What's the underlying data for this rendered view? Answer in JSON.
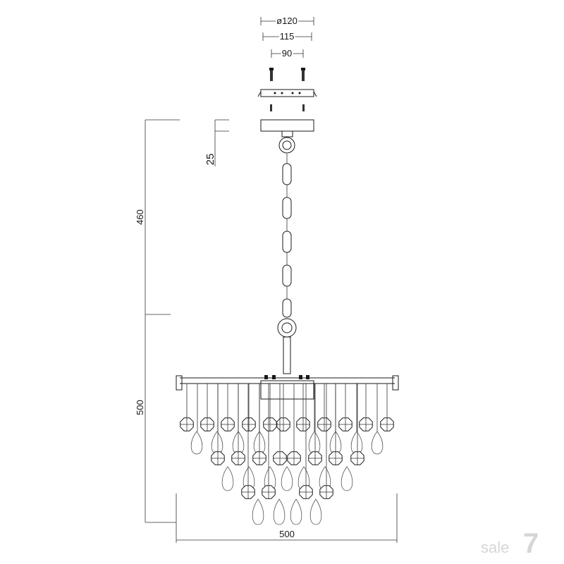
{
  "dimensions": {
    "canopy_outer": "ø120",
    "canopy_plate": "115",
    "screw_spacing": "90",
    "canopy_height": "25",
    "chain_length": "460",
    "body_height": "500",
    "body_width": "500"
  },
  "watermark": {
    "text": "sale",
    "mark": "7"
  }
}
